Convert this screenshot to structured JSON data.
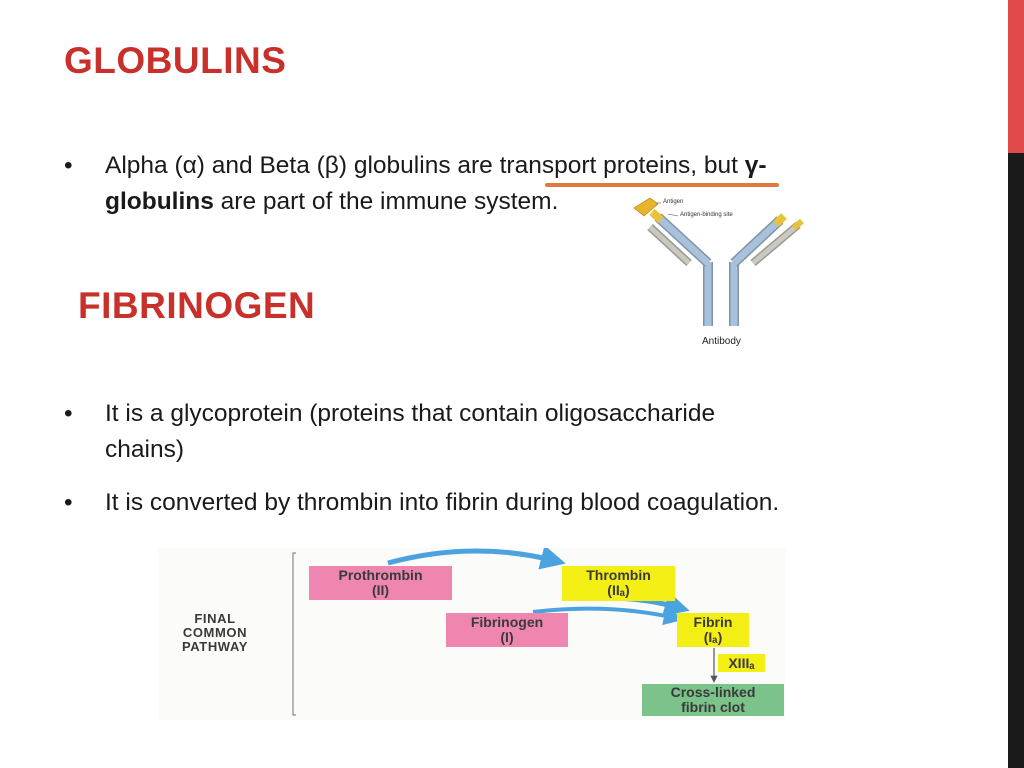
{
  "slide": {
    "heading_globulins": "GLOBULINS",
    "heading_fibrinogen": "FIBRINOGEN",
    "bullets_globulins": [
      {
        "line1_part1": "Alpha (α) and Beta (β) globulins are ",
        "line1_highlight": "transport proteins",
        "line1_part2": ", but ",
        "line1_bold": "γ-",
        "line2_bold": "globulins",
        "line2_rest": " are part of the immune system."
      }
    ],
    "bullets_fibrinogen": [
      {
        "line1": "It is a glycoprotein (proteins that contain oligosaccharide",
        "line2": "chains)"
      },
      {
        "line1": "It is converted by thrombin into fibrin during blood coagulation."
      }
    ],
    "bullet_symbol": "•"
  },
  "antibody_figure": {
    "label_antigen": "Antigen",
    "label_binding_site": "Antigen-binding site",
    "label_antibody": "Antibody",
    "colors": {
      "heavy_chain": "#a9c2db",
      "light_chain": "#c9c9c2",
      "tip": "#e8c23a"
    }
  },
  "pathway": {
    "side_label": [
      "FINAL",
      "COMMON",
      "PATHWAY"
    ],
    "prothrombin": {
      "name": "Prothrombin",
      "code": "(II)"
    },
    "thrombin": {
      "name": "Thrombin",
      "code": "(IIₐ)"
    },
    "fibrinogen": {
      "name": "Fibrinogen",
      "code": "(I)"
    },
    "fibrin": {
      "name": "Fibrin",
      "code": "(Iₐ)"
    },
    "factor": "XIIIₐ",
    "clot": {
      "line1": "Cross-linked",
      "line2": "fibrin clot"
    },
    "colors": {
      "pink": "#ee86b0",
      "yellow": "#f3ef15",
      "green": "#7bc38a",
      "arrow": "#4aa3df"
    }
  }
}
